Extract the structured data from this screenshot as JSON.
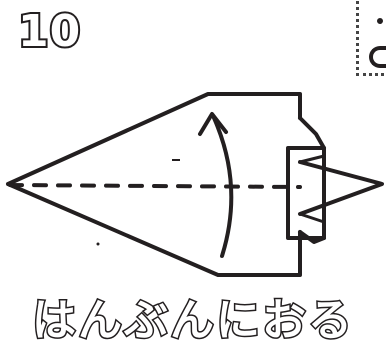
{
  "step": {
    "number": "10"
  },
  "instruction": {
    "text": "はんぶんにおる"
  },
  "diagram": {
    "colors": {
      "ink": "#231f20",
      "paper": "#ffffff"
    },
    "icons": [
      "fold-arrow-icon",
      "valley-fold-line"
    ]
  }
}
